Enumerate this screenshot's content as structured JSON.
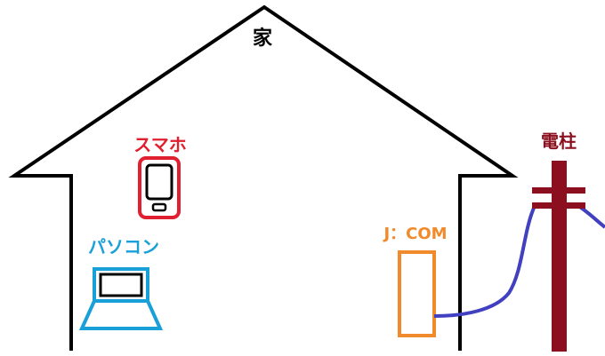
{
  "labels": {
    "house": "家",
    "smartphone": "スマホ",
    "pc": "パソコン",
    "modem": "J：COM",
    "pole": "電柱"
  },
  "colors": {
    "outline": "#000000",
    "smartphone": "#e02030",
    "pc": "#1aa0d8",
    "modem": "#f08a2a",
    "pole": "#8b0f1e",
    "cable": "#4040c0"
  },
  "icons": {
    "smartphone": "smartphone-icon",
    "pc": "laptop-icon",
    "modem": "modem-box",
    "pole": "utility-pole"
  }
}
